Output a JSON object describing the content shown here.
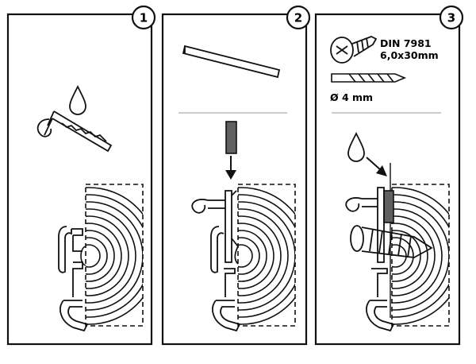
{
  "panels": [
    {
      "number": "1"
    },
    {
      "number": "2"
    },
    {
      "number": "3",
      "screw_spec": [
        "DIN 7981",
        "6,0x30mm"
      ],
      "drill_spec": "Ø 4 mm"
    }
  ],
  "colors": {
    "stroke": "#111111",
    "fill_dark": "#606060",
    "background": "#ffffff"
  }
}
